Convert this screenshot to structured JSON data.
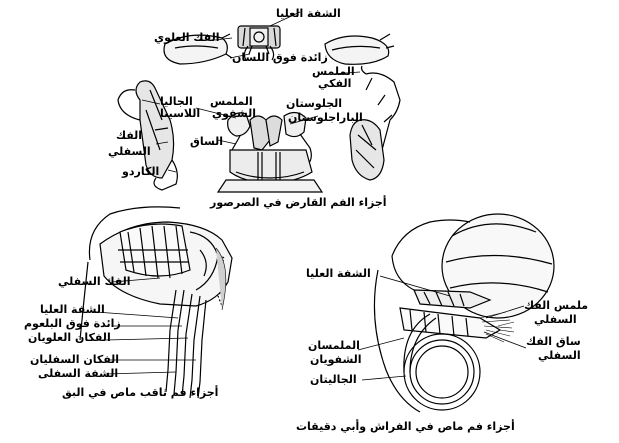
{
  "top_figure": {
    "caption": "أجزاء الفم القارض في الصرصور",
    "labels": {
      "labrum": "الشفة العليا",
      "mandible": "الفك العلوي",
      "hypopharynx": "زائدة فوق اللسان",
      "maxillary_palp_1": "الملمس",
      "maxillary_palp_2": "الفكي",
      "galea_1": "الجاليا",
      "galea_2": "اللاسينا",
      "labial_palp_1": "الملمس",
      "labial_palp_2": "الشفوي",
      "glossa": "الجلوستان",
      "paraglossa": "الباراجلوستان",
      "maxilla_1": "الفك",
      "maxilla_2": "السفلي",
      "stipes": "الساق",
      "cardo": "الكاردو"
    }
  },
  "left_figure": {
    "caption": "أجزاء فم ثاقب ماص في البق",
    "labels": {
      "maxilla": "الفك السفلي",
      "labrum": "الشفة العليا",
      "epipharynx": "زائدة فوق البلعوم",
      "mandibles": "الفكان العلويان",
      "maxillae": "الفكان السفليان",
      "labium": "الشفة السفلى"
    }
  },
  "right_figure": {
    "caption": "أجزاء فم ماص في الفراش وأبي دقيقات",
    "labels": {
      "labrum": "الشفة العليا",
      "maxillary_palp_1": "ملمس الفك",
      "maxillary_palp_2": "السفلي",
      "stipes_1": "ساق الفك",
      "stipes_2": "السفلي",
      "labial_palps_1": "الملمسان",
      "labial_palps_2": "الشفويان",
      "galeae": "الجاليتان"
    }
  }
}
